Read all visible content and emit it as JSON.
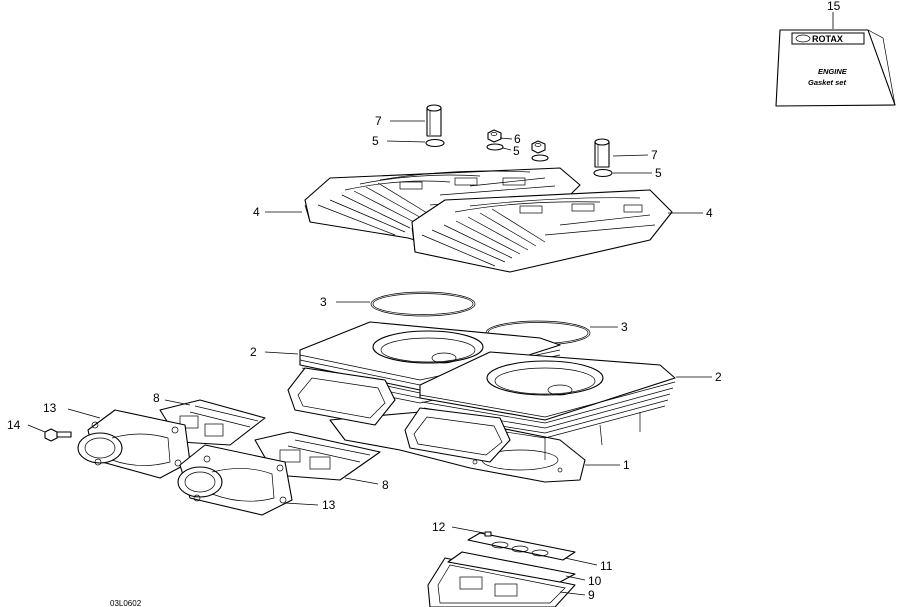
{
  "callouts": {
    "c1": "1",
    "c2a": "2",
    "c2b": "2",
    "c3a": "3",
    "c3b": "3",
    "c4a": "4",
    "c4b": "4",
    "c5a": "5",
    "c5b": "5",
    "c5c": "5",
    "c6": "6",
    "c7a": "7",
    "c7b": "7",
    "c8a": "8",
    "c8b": "8",
    "c9": "9",
    "c10": "10",
    "c11": "11",
    "c12": "12",
    "c13a": "13",
    "c13b": "13",
    "c14": "14",
    "c15": "15"
  },
  "gasket_kit": {
    "brand": "ROTAX",
    "line1": "ENGINE",
    "line2": "Gasket set"
  },
  "drawing_code": "03L0602"
}
